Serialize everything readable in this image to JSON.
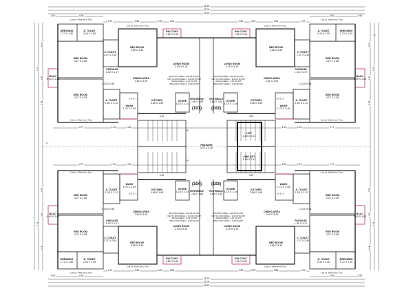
{
  "overall_dims": {
    "d1": "31.80",
    "d2": "30.00",
    "d3": "31.20",
    "left_total": "9.14",
    "side_a": "6.04",
    "side_b": "1.82",
    "side_c": "3.74"
  },
  "rooms": {
    "dressing": {
      "name": "DRESSING",
      "size": "1.72 X 1.50"
    },
    "a_toilet_top": {
      "name": "A. TOILET",
      "size": "2.44 X 1.50"
    },
    "bed1": {
      "name": "BED ROOM",
      "size": "4.27 X 3.66"
    },
    "c_toilet": {
      "name": "C. TOILET",
      "size": "1.37 X 2.45"
    },
    "bed2": {
      "name": "BED ROOM",
      "size": "3.65 X 3.30"
    },
    "balcony": {
      "name": "BALCONY",
      "size": "1.82 X 0.90"
    },
    "living": {
      "name": "LIVING ROOM",
      "size": "3.19 X 5.19"
    },
    "passage": {
      "name": "PASSAGE",
      "size": "1.02 X 1.17"
    },
    "dining": {
      "name": "DINING AREA",
      "size": "3.62 X 3.29"
    },
    "lobby": {
      "name": "",
      "size": "1.24 X 0.96"
    },
    "bed3": {
      "name": "BED ROOM",
      "size": "4.27 X 3.05"
    },
    "a_toilet": {
      "name": "A. TOILET",
      "size": "1.52 X 2.12"
    },
    "wash": {
      "name": "WASH",
      "size": "1.70 X 2.49"
    },
    "kitchen": {
      "name": "KITCHEN",
      "size": "3.56 X 1.89"
    },
    "store": {
      "name": "STORE",
      "size": "1.18 X 1.14"
    },
    "vestibule": {
      "name": "VESTIBULE",
      "size": "1.68 X 1.85"
    },
    "balc": {
      "name": "BALC.",
      "size": "0.90 X 1.82"
    }
  },
  "areas": [
    "BUILTUP AREA = 126.86 SQ.MT.",
    "NET FLOOR AREA = 113.06 SQ.MT.",
    "WASH AREA = 4.23 SQ.MT.",
    "BALCONY AREA = 3.28 SQ.MT."
  ],
  "proj_label": "Cutl.ml. Wide Arch. Proj.",
  "sfd": "S.F.D.-3",
  "flats": {
    "tl": "(101)",
    "tr": "(102)",
    "br": "(103)",
    "bl": "(104)"
  },
  "dims": {
    "w1": "4.50",
    "w2": "0.90",
    "w3": "1.37",
    "w4": "3.65",
    "w5": "0.40",
    "w6": "1.82",
    "w7": "4.77",
    "w8": "1.20",
    "w9": "1.60",
    "w10": "4.20"
  },
  "core": {
    "passage": {
      "name": "PASSAGE",
      "size": "3.24 X 4.40"
    },
    "lift": {
      "name": "LIFT",
      "size": "1.60 X 2.01"
    },
    "fire_lift": {
      "name": "FIRE LIFT",
      "size": "1.60 X 2.01"
    },
    "up": "UP",
    "dn": "DN",
    "section": "\"A\""
  },
  "colors": {
    "wall": "#222222",
    "accent": "#c0304a"
  }
}
